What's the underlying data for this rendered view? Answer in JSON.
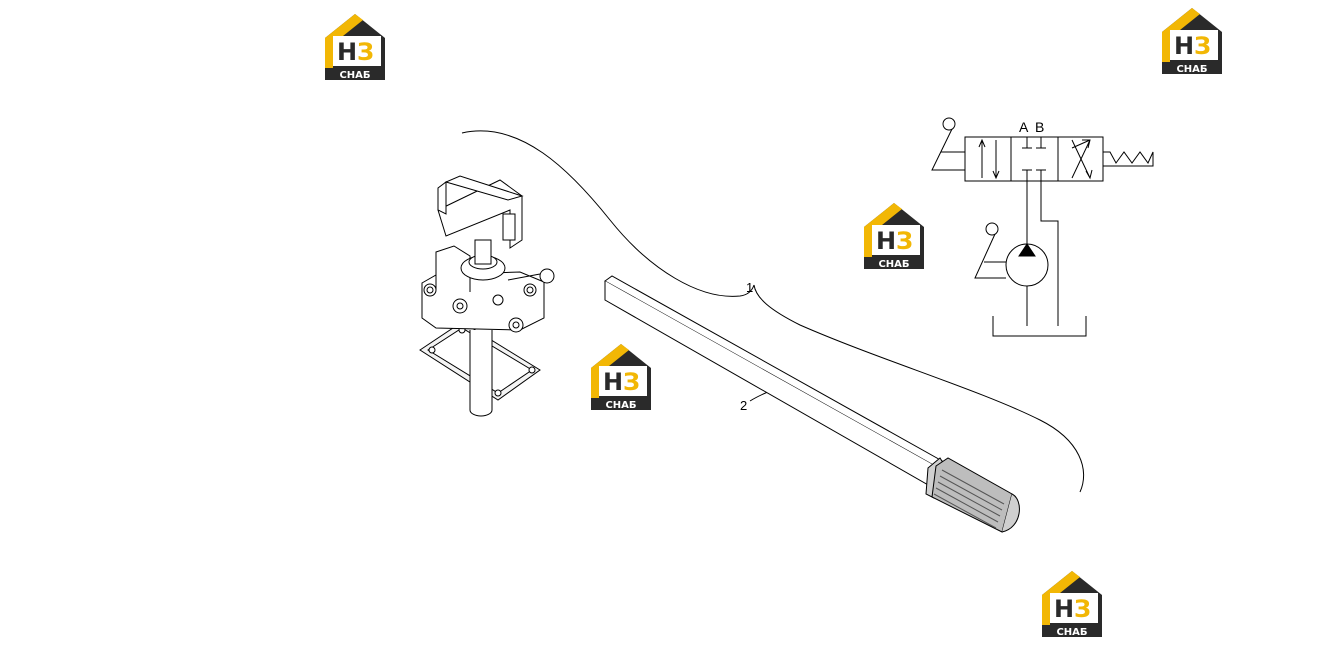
{
  "callouts": {
    "part1": "1",
    "part2": "2"
  },
  "schematic": {
    "port_a": "A",
    "port_b": "B"
  },
  "watermark": {
    "letters": "НЗ",
    "caption": "СНАБ",
    "colors": {
      "roof": "#f2b705",
      "body": "#2a2a2a",
      "letter_h": "#2a2a2a",
      "letter_z": "#f2b705"
    }
  }
}
